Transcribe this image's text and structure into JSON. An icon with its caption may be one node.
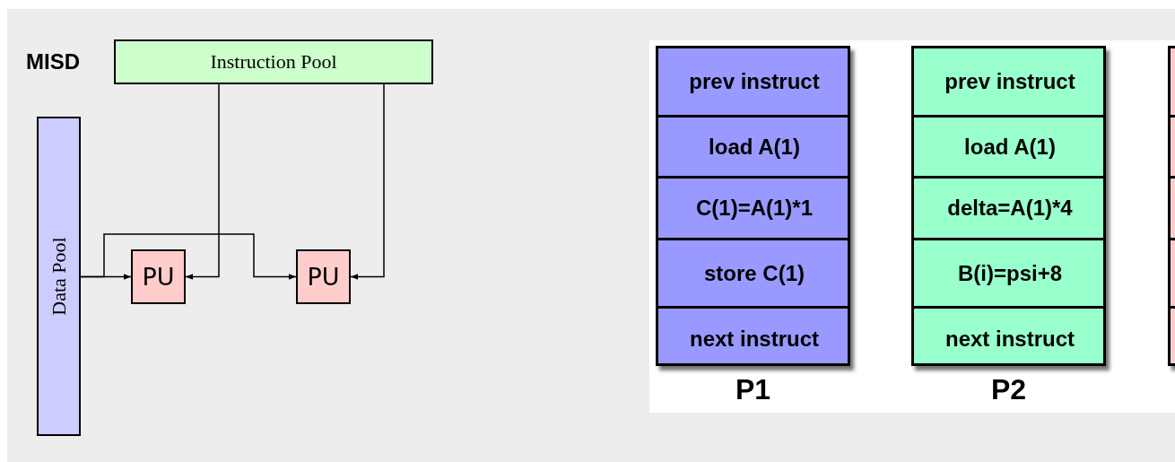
{
  "diagram": {
    "nodes": [
      {
        "text": [
          "Instruction Pool"
        ]
      },
      {
        "text": [
          "Data Pool"
        ]
      },
      {
        "text": [
          "PU"
        ]
      },
      {
        "text": [
          "PU"
        ]
      },
      {
        "text": [],
        "shape": "box",
        "beside": [
          "P1"
        ]
      },
      {
        "text": [
          "prev instruct"
        ],
        "in": 4
      },
      {
        "text": [
          "load A(1)"
        ],
        "in": 4
      },
      {
        "text": [
          "C(1)=A(1)*1"
        ],
        "in": 4
      },
      {
        "text": [
          "store C(1)"
        ],
        "in": 4
      },
      {
        "text": [
          "next instruct"
        ],
        "in": 4
      },
      {
        "text": [],
        "shape": "box",
        "beside": [
          "P2"
        ]
      },
      {
        "text": [
          "prev instruct"
        ],
        "in": 10
      },
      {
        "text": [
          "load A(1)"
        ],
        "in": 10
      },
      {
        "text": [
          "delta=A(1)*4"
        ],
        "in": 10
      },
      {
        "text": [
          "B(i)=psi+8"
        ],
        "in": 10
      },
      {
        "text": [
          "next instruct"
        ],
        "in": 10
      },
      {
        "text": [],
        "shape": "box"
      }
    ],
    "edges": [
      {
        "from": 0,
        "to": 2,
        "arrow": "to"
      },
      {
        "from": 0,
        "to": 3,
        "arrow": "to"
      },
      {
        "from": 1,
        "to": 2,
        "arrow": "to"
      },
      {
        "from": 1,
        "to": 3,
        "arrow": "to"
      }
    ],
    "labels": [
      "MISD"
    ]
  }
}
